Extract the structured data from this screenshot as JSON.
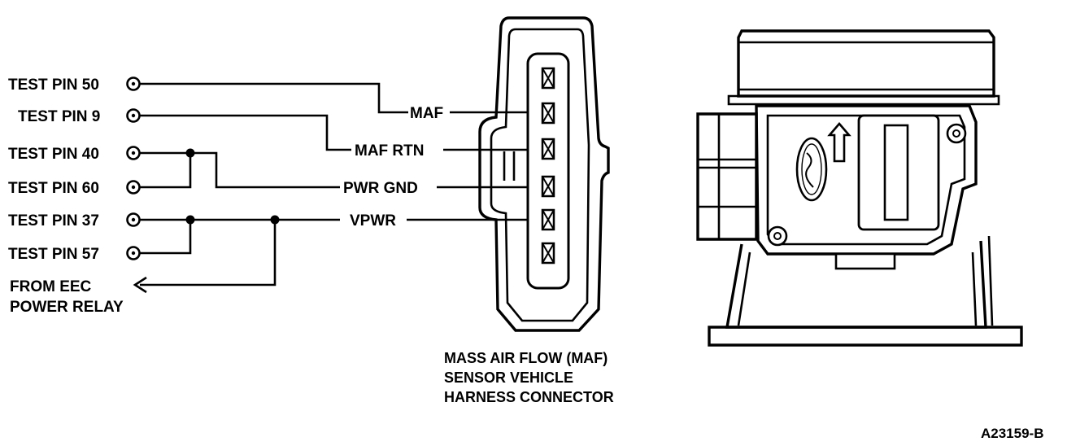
{
  "test_pins": [
    {
      "label": "TEST PIN 50"
    },
    {
      "label": "TEST PIN 9"
    },
    {
      "label": "TEST PIN 40"
    },
    {
      "label": "TEST PIN 60"
    },
    {
      "label": "TEST PIN 37"
    },
    {
      "label": "TEST PIN 57"
    }
  ],
  "relay_label": {
    "line1": "FROM EEC",
    "line2": "POWER RELAY"
  },
  "signals": [
    {
      "label": "MAF"
    },
    {
      "label": "MAF RTN"
    },
    {
      "label": "PWR GND"
    },
    {
      "label": "VPWR"
    }
  ],
  "connector_caption": {
    "line1": "MASS AIR FLOW (MAF)",
    "line2": "SENSOR VEHICLE",
    "line3": "HARNESS CONNECTOR"
  },
  "figure_id": "A23159-B"
}
